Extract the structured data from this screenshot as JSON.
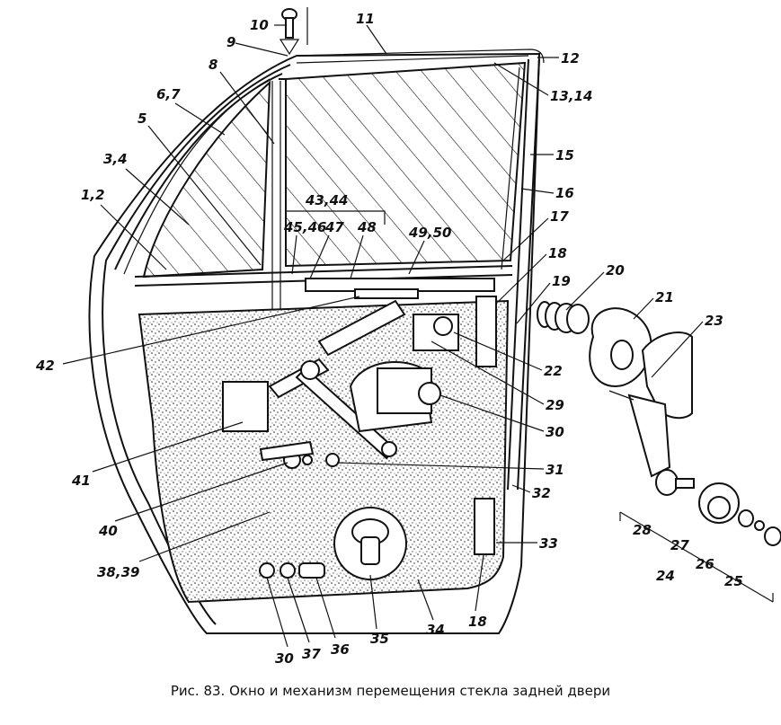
{
  "caption": "Рис. 83. Окно и механизм перемещения стекла задней двери",
  "callouts": [
    {
      "text": "1,2"
    },
    {
      "text": "3,4"
    },
    {
      "text": "5"
    },
    {
      "text": "6,7"
    },
    {
      "text": "8"
    },
    {
      "text": "9"
    },
    {
      "text": "10"
    },
    {
      "text": "11"
    },
    {
      "text": "12"
    },
    {
      "text": "13,14"
    },
    {
      "text": "15"
    },
    {
      "text": "16"
    },
    {
      "text": "17"
    },
    {
      "text": "18"
    },
    {
      "text": "19"
    },
    {
      "text": "20"
    },
    {
      "text": "21"
    },
    {
      "text": "22"
    },
    {
      "text": "23"
    },
    {
      "text": "29"
    },
    {
      "text": "30"
    },
    {
      "text": "31"
    },
    {
      "text": "32"
    },
    {
      "text": "33"
    },
    {
      "text": "28"
    },
    {
      "text": "27"
    },
    {
      "text": "26"
    },
    {
      "text": "25"
    },
    {
      "text": "24"
    },
    {
      "text": "34"
    },
    {
      "text": "18"
    },
    {
      "text": "35"
    },
    {
      "text": "36"
    },
    {
      "text": "37"
    },
    {
      "text": "30"
    },
    {
      "text": "38,39"
    },
    {
      "text": "40"
    },
    {
      "text": "41"
    },
    {
      "text": "42"
    },
    {
      "text": "43,44"
    },
    {
      "text": "45,46"
    },
    {
      "text": "47"
    },
    {
      "text": "48"
    },
    {
      "text": "49,50"
    }
  ]
}
